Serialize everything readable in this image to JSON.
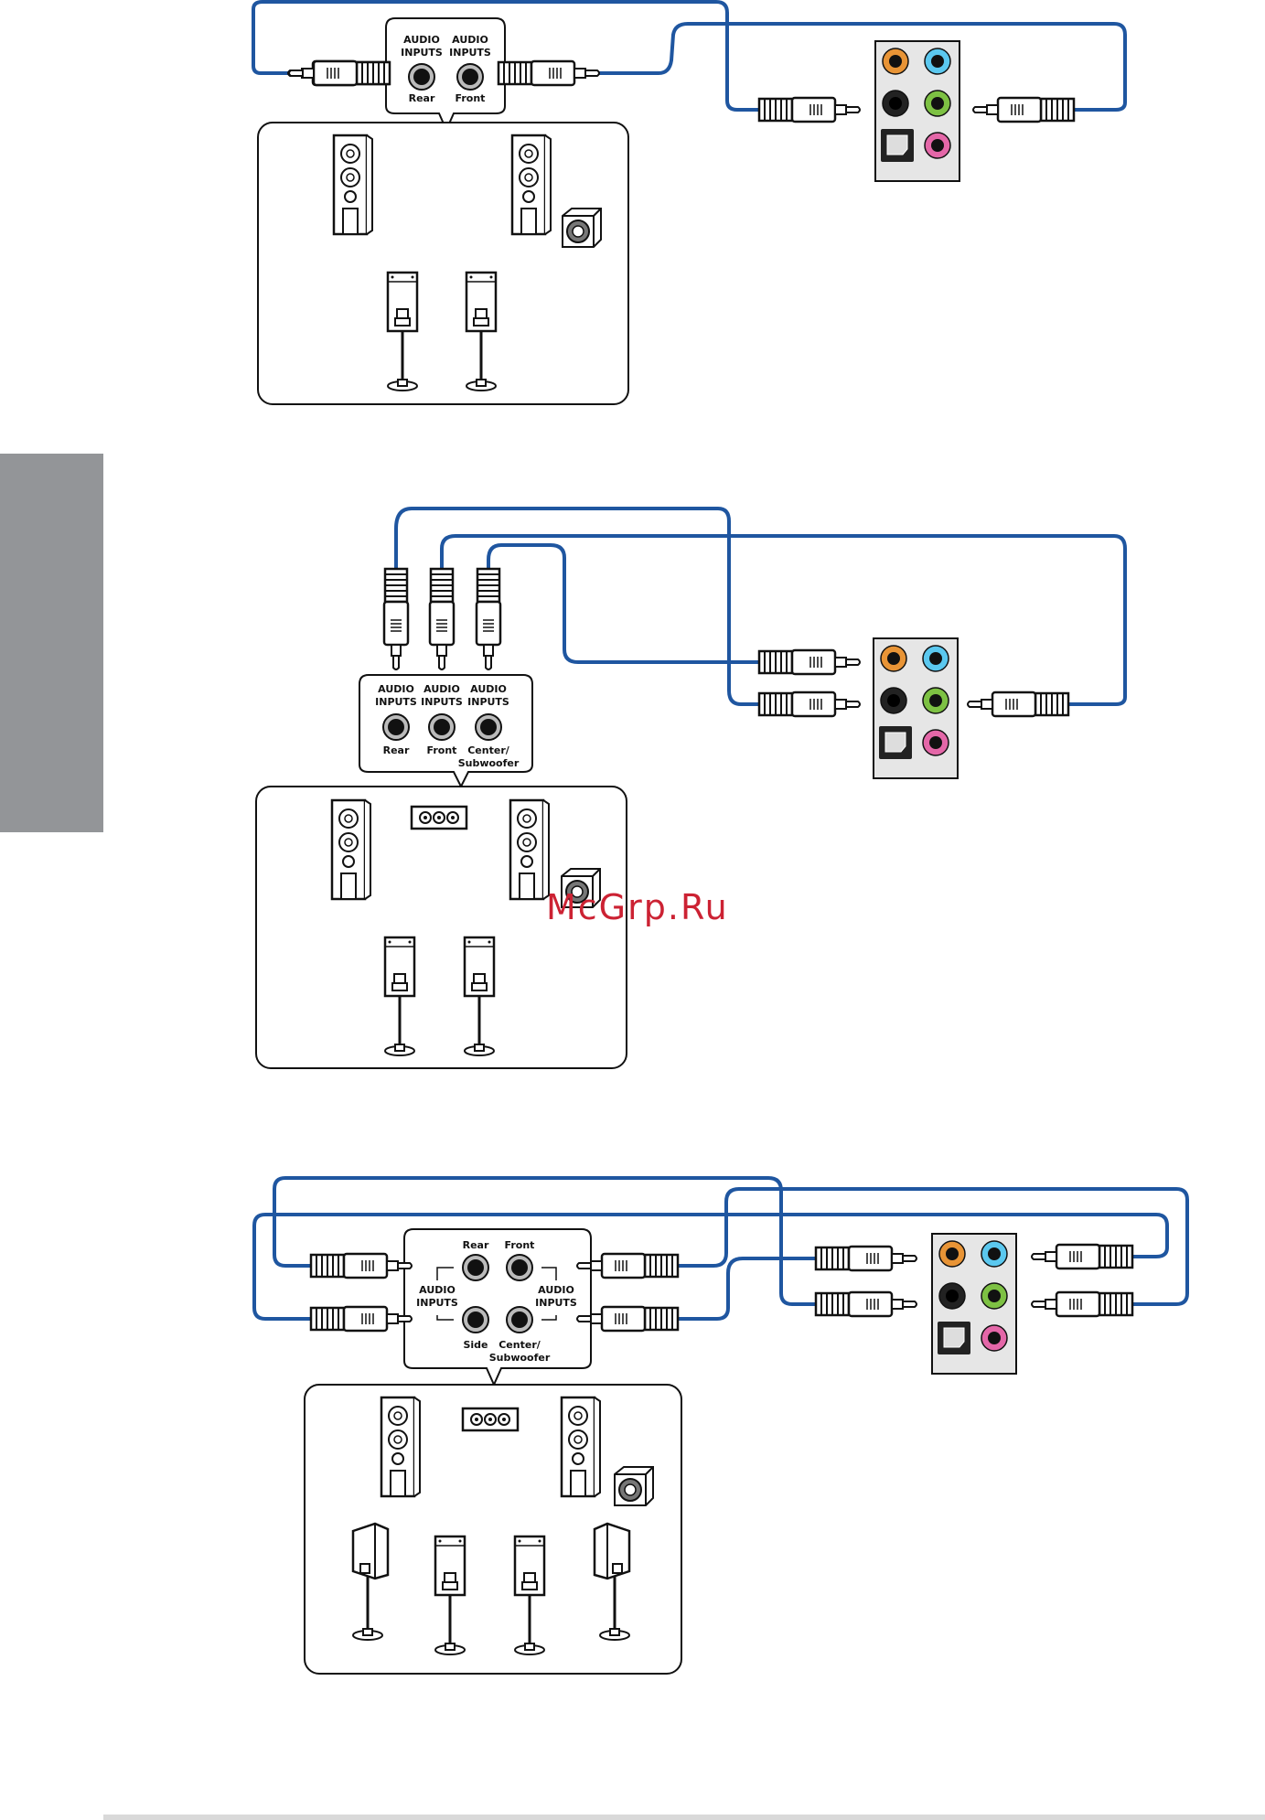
{
  "watermark": "McGrp.Ru",
  "colors": {
    "cable": "#1f56a0",
    "orange": "#e89436",
    "blue": "#5bc8ef",
    "green": "#7dc143",
    "pink": "#e467a8",
    "black": "#222222",
    "panel_gray": "#e6e6e6",
    "side_tab": "#939598"
  },
  "diagram_4ch": {
    "labels": [
      {
        "top": "AUDIO",
        "mid": "INPUTS",
        "name": "Rear"
      },
      {
        "top": "AUDIO",
        "mid": "INPUTS",
        "name": "Front"
      }
    ]
  },
  "diagram_6ch": {
    "labels": [
      {
        "top": "AUDIO",
        "mid": "INPUTS",
        "name": "Rear",
        "name2": ""
      },
      {
        "top": "AUDIO",
        "mid": "INPUTS",
        "name": "Front",
        "name2": ""
      },
      {
        "top": "AUDIO",
        "mid": "INPUTS",
        "name": "Center/",
        "name2": "Subwoofer"
      }
    ]
  },
  "diagram_8ch": {
    "jack_labels": {
      "rear": "Rear",
      "front": "Front",
      "side": "Side",
      "center": "Center/",
      "center2": "Subwoofer"
    },
    "inputs_left": {
      "top": "AUDIO",
      "mid": "INPUTS"
    },
    "inputs_right": {
      "top": "AUDIO",
      "mid": "INPUTS"
    }
  },
  "icons": [
    "audio-panel-icon",
    "floor-speaker-icon",
    "subwoofer-icon",
    "satellite-speaker-icon",
    "center-speaker-icon",
    "audio-plug-icon",
    "optical-out-icon"
  ]
}
